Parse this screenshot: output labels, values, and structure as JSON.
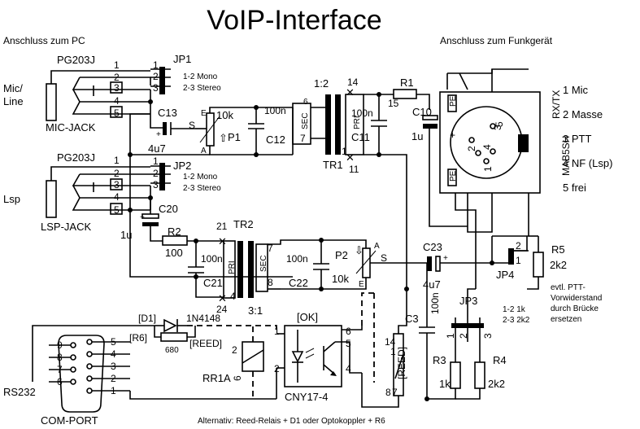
{
  "title": "VoIP-Interface",
  "headings": {
    "pc": "Anschluss zum PC",
    "radio": "Anschluss zum Funkgerät"
  },
  "mic_side": {
    "connector": "PG203J",
    "label": "Mic/\nLine",
    "jack": "MIC-JACK",
    "jumper": "JP1",
    "jumper_note": [
      "1-2 Mono",
      "2-3 Stereo"
    ],
    "cap": "C13",
    "cap_value": "4u7",
    "pot": "P1",
    "pot_value": "10k",
    "pot_pins": [
      "E",
      "S",
      "A"
    ],
    "cap2": "C12",
    "cap2_value": "100n"
  },
  "lsp_side": {
    "connector": "PG203J",
    "label": "Lsp",
    "jack": "LSP-JACK",
    "jumper": "JP2",
    "jumper_note": [
      "1-2 Mono",
      "2-3 Stereo"
    ],
    "cap": "C20",
    "cap_value": "1u",
    "resistor": "R2",
    "resistor_value": "100",
    "cap2": "C21",
    "cap2_value": "100n",
    "cap3": "C22",
    "cap3_value": "100n",
    "pot": "P2",
    "pot_value": "10k",
    "pot_pins": [
      "A",
      "S",
      "E"
    ]
  },
  "tr1": {
    "name": "TR1",
    "ratio": "1:2",
    "pins": [
      "14",
      "1",
      "11",
      "6",
      "7"
    ],
    "pri": "PRI",
    "sec": "SEC",
    "cap": "C11",
    "cap_value": "100n"
  },
  "tr2": {
    "name": "TR2",
    "ratio": "3:1",
    "pins": [
      "21",
      "24",
      "4",
      "7",
      "8"
    ],
    "pri": "PRI",
    "sec": "SEC"
  },
  "radio": {
    "r1": "R1",
    "r1_value": "15",
    "c10": "C10",
    "c10_value": "1u",
    "c23": "C23",
    "c23_value": "4u7",
    "connector": "MAB5SH",
    "connector_labels": [
      "RX/TX",
      "PE",
      "PE",
      "5",
      "3",
      "2",
      "4",
      "1",
      "+"
    ],
    "pins": [
      "1 Mic",
      "2 Masse",
      "3 PTT",
      "4 NF (Lsp)",
      "5 frei"
    ],
    "r5": "R5",
    "r5_value": "2k2",
    "jp4": "JP4",
    "jp4_pins": [
      "2",
      "1"
    ],
    "ptt_note": [
      "evtl. PTT-",
      "Vorwiderstand",
      "durch Brücke",
      "ersetzen"
    ],
    "jp3": "JP3",
    "jp3_pins": [
      "1",
      "2",
      "3"
    ],
    "jp3_note": [
      "1-2 1k",
      "2-3 2k2"
    ],
    "r3": "R3",
    "r3_value": "1k",
    "r4": "R4",
    "r4_value": "2k2",
    "c3": "C3",
    "c3_value": "100n"
  },
  "ptt": {
    "d1": "[D1]",
    "d1_part": "1N4148",
    "r6": "[R6]",
    "r6_value": "680",
    "reed": "[REED]",
    "relay": "RR1A",
    "relay_pins": [
      "1",
      "2",
      "6"
    ],
    "ok": "[OK]",
    "opto": "CNY17-4",
    "opto_pins": [
      "1",
      "2",
      "6",
      "5",
      "4"
    ],
    "reed2": "[REED]",
    "reed2_pins": [
      "14",
      "1",
      "8",
      "7"
    ]
  },
  "pc": {
    "port": "RS232",
    "connector": "COM-PORT",
    "pins_left": [
      "9",
      "8",
      "7",
      "6"
    ],
    "pins_right": [
      "5",
      "4",
      "3",
      "2",
      "1"
    ]
  },
  "footnote": "Alternativ: Reed-Relais + D1 oder Optokoppler + R6"
}
